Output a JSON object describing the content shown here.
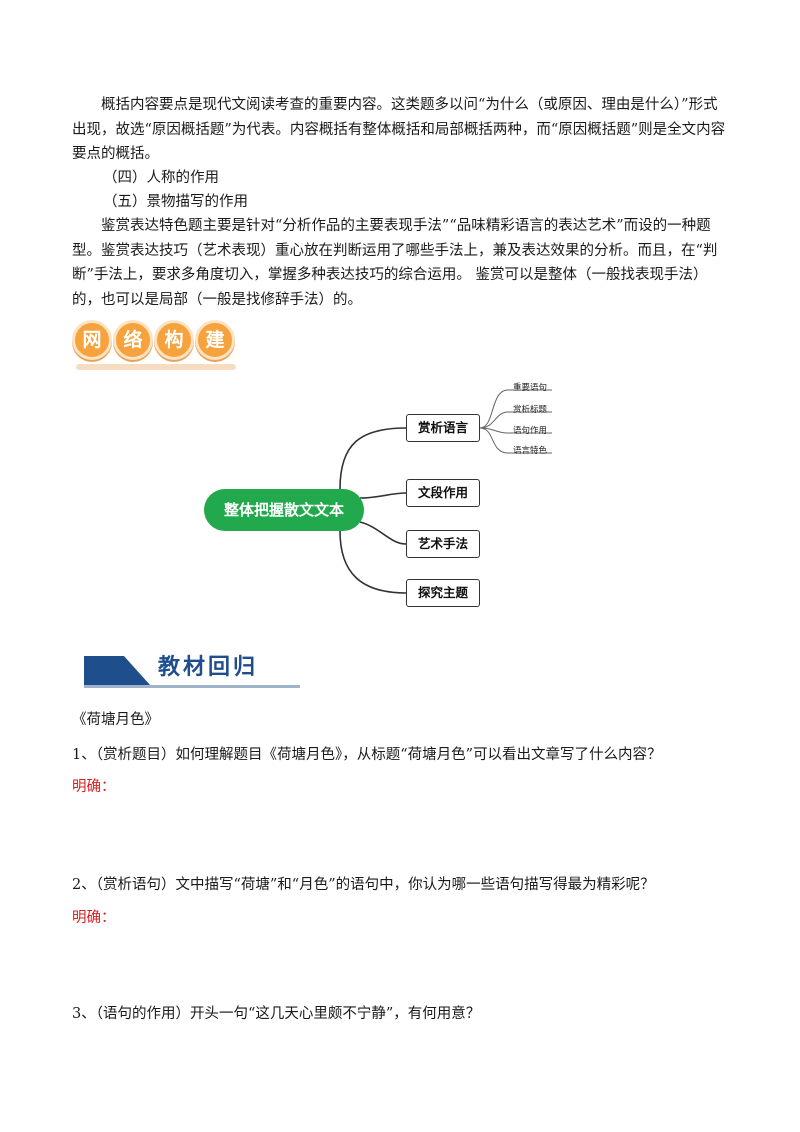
{
  "paragraphs": {
    "p1": "概括内容要点是现代文阅读考查的重要内容。这类题多以问“为什么（或原因、理由是什么）”形式出现，故选“原因概括题”为代表。内容概括有整体概括和局部概括两种，而“原因概括题”则是全文内容要点的概括。",
    "item4": "（四）人称的作用",
    "item5": "（五）景物描写的作用",
    "p2": "鉴赏表达特色题主要是针对“分析作品的主要表现手法”“品味精彩语言的表达艺术”而设的一种题型。鉴赏表达技巧（艺术表现）重心放在判断运用了哪些手法上，兼及表达效果的分析。而且，在“判断”手法上，要求多角度切入，掌握多种表达技巧的综合运用。 鉴赏可以是整体（一般找表现手法）的，也可以是局部（一般是找修辞手法）的。"
  },
  "banner1": {
    "chars": [
      "网",
      "络",
      "构",
      "建"
    ],
    "color": "#f6a33d"
  },
  "mindmap": {
    "center": "整体把握散文文本",
    "center_color": "#22a84d",
    "branches": [
      "赏析语言",
      "文段作用",
      "艺术手法",
      "探究主题"
    ],
    "leaves": [
      "重要语句",
      "赏析标题",
      "语句作用",
      "语言特色"
    ]
  },
  "banner2": {
    "title": "教材回归",
    "color": "#1f4e8c"
  },
  "section": {
    "book_title": "《荷塘月色》",
    "q1": "1、（赏析题目）如何理解题目《荷塘月色》，从标题“荷塘月色”可以看出文章写了什么内容？",
    "a1": "明确：",
    "q2": "2、（赏析语句）文中描写“荷塘”和“月色”的语句中，你认为哪一些语句描写得最为精彩呢？",
    "a2": "明确：",
    "q3": "3、（语句的作用）开头一句“这几天心里颇不宁静”，有何用意？"
  }
}
